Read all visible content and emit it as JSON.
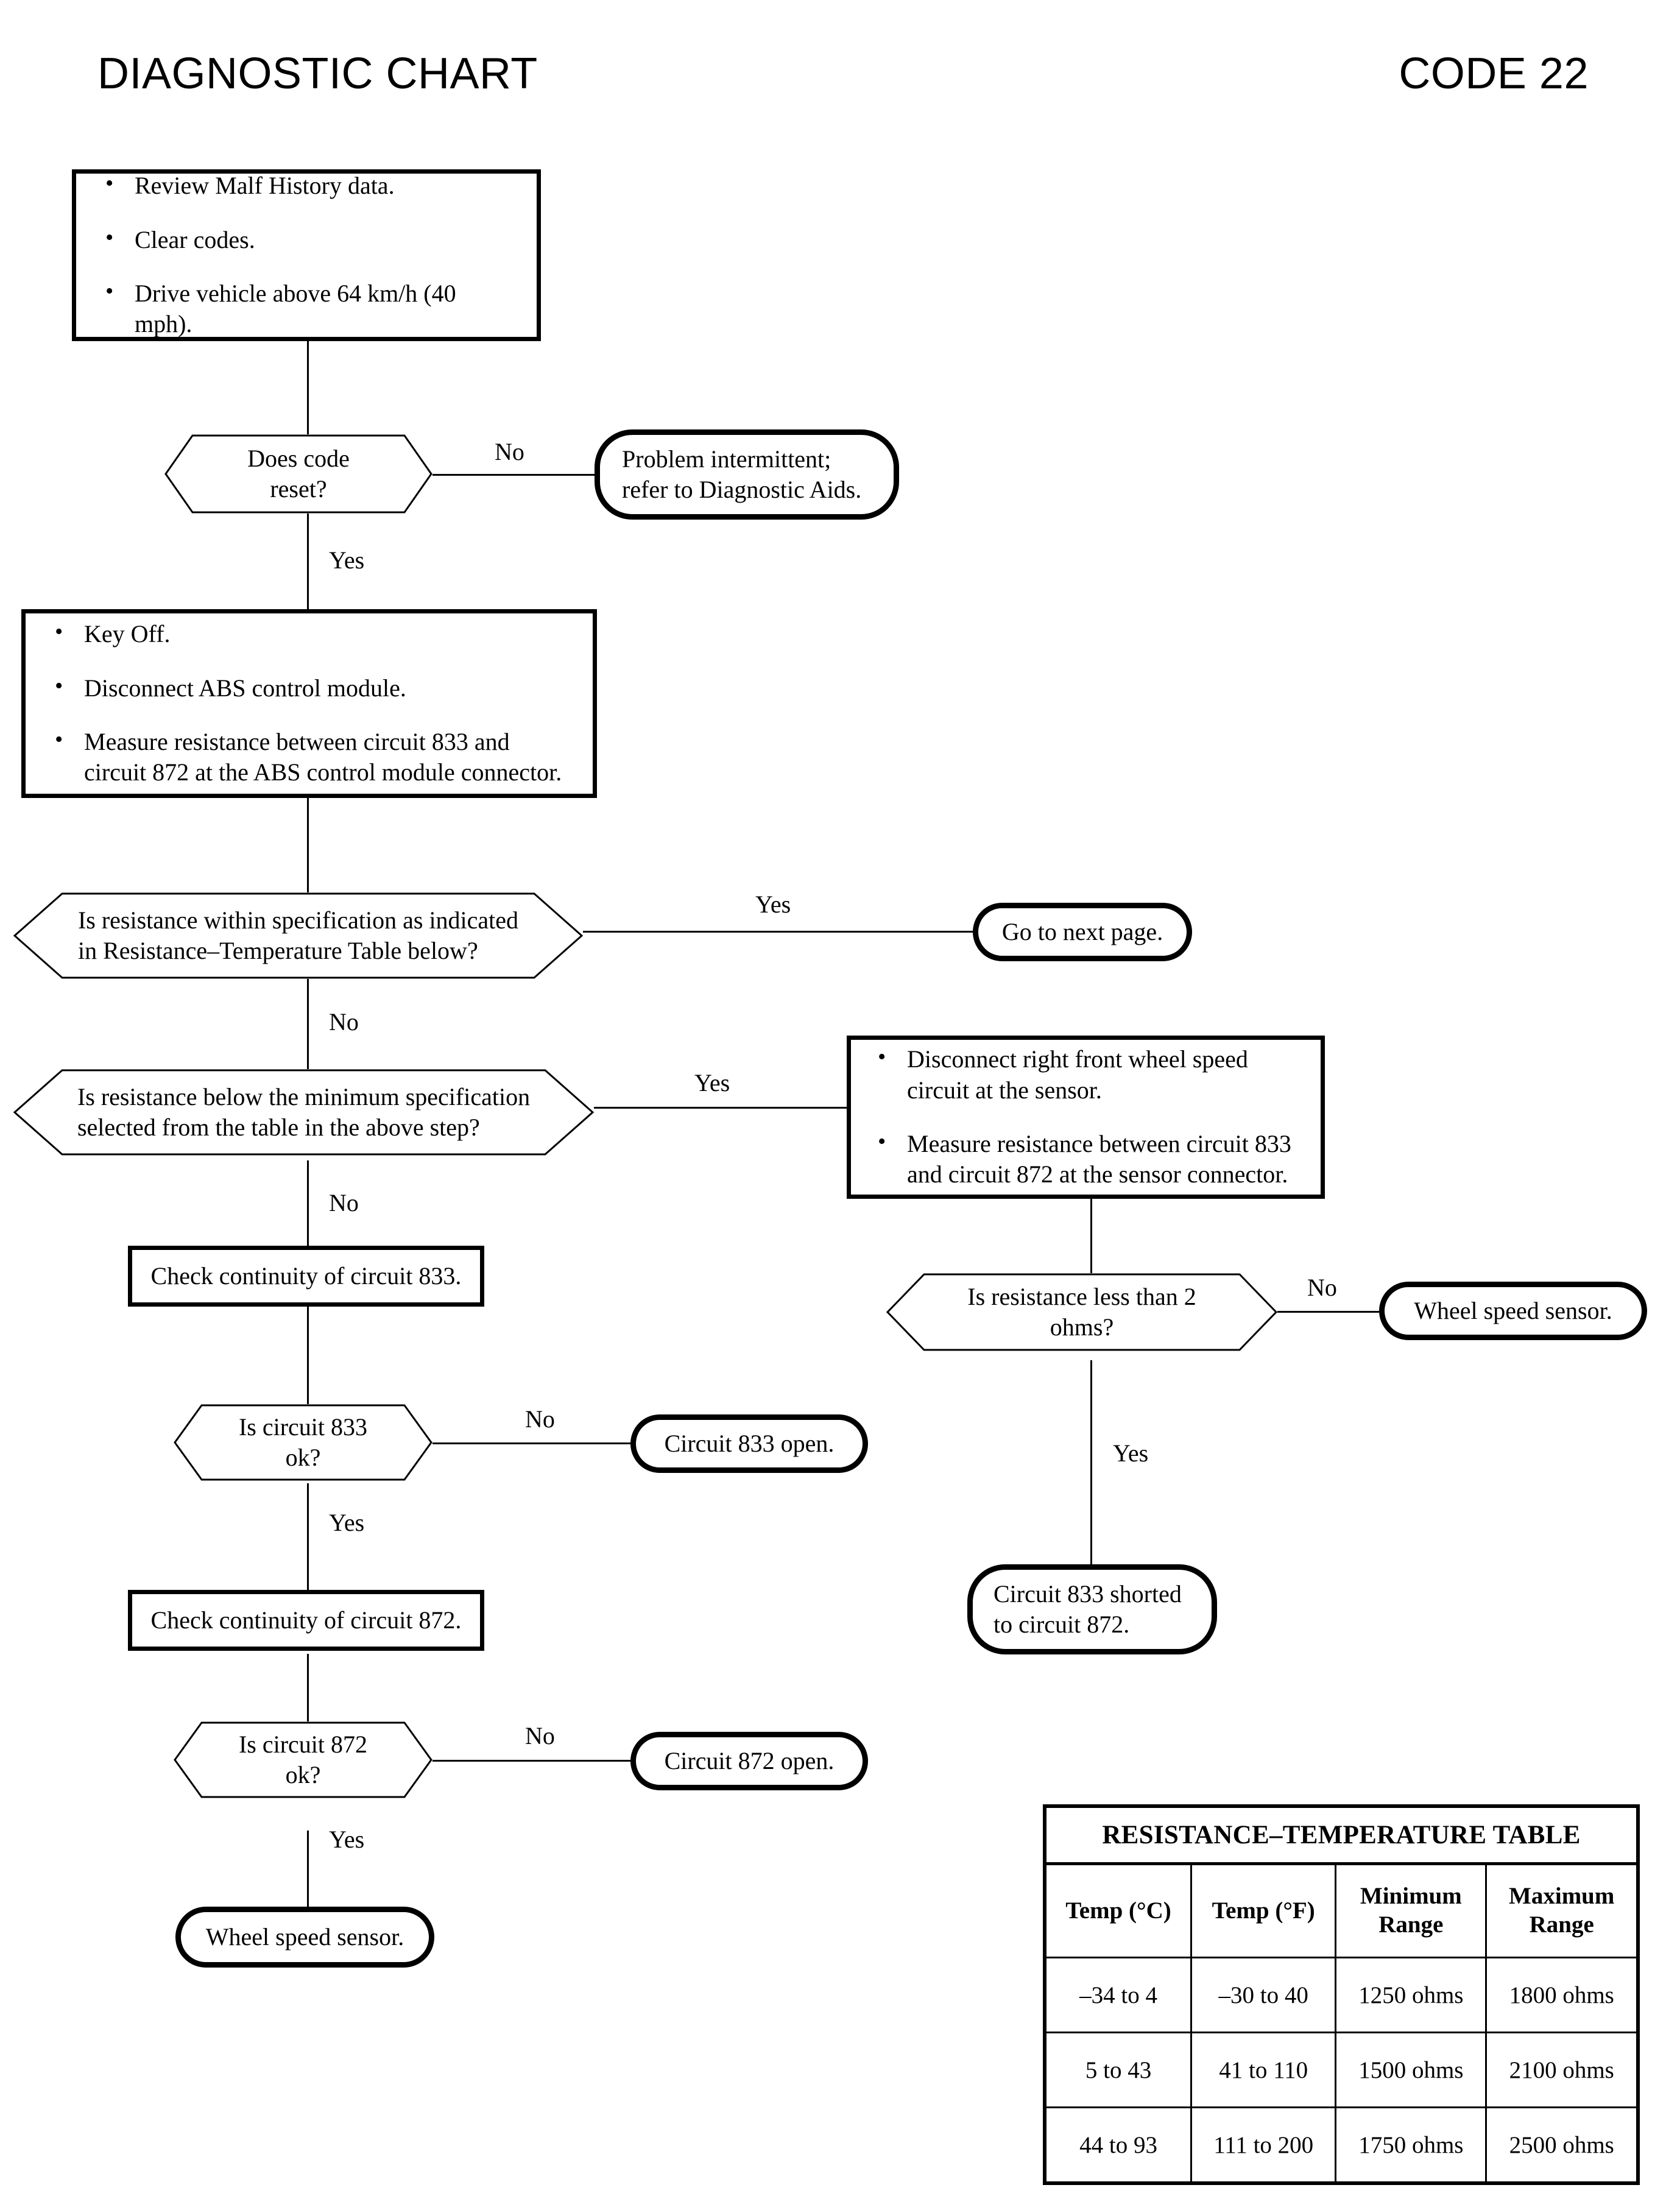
{
  "header": {
    "title": "DIAGNOSTIC CHART",
    "code": "CODE 22"
  },
  "nodes": {
    "step1": {
      "type": "process",
      "bullets": [
        "Review Malf History data.",
        "Clear codes.",
        "Drive vehicle above 64 km/h (40 mph)."
      ]
    },
    "decision_code_reset": {
      "type": "decision",
      "text": "Does code reset?"
    },
    "term_intermittent": {
      "type": "terminal",
      "line1": "Problem intermittent;",
      "line2": "refer to Diagnostic Aids."
    },
    "step2": {
      "type": "process",
      "bullets": [
        "Key Off.",
        "Disconnect ABS control module.",
        "Measure resistance between circuit 833 and circuit 872 at the ABS control module connector."
      ]
    },
    "decision_within_spec": {
      "type": "decision",
      "line1": "Is resistance within specification as indicated",
      "line2": "in Resistance–Temperature Table below?"
    },
    "term_next_page": {
      "type": "terminal",
      "text": "Go to next page."
    },
    "decision_below_min": {
      "type": "decision",
      "line1": "Is resistance below the minimum specification",
      "line2": "selected from the table in the above step?"
    },
    "step3": {
      "type": "process",
      "bullets": [
        "Disconnect right front wheel speed circuit at the sensor.",
        "Measure resistance between circuit 833 and circuit 872 at the sensor connector."
      ]
    },
    "decision_less_2_ohms": {
      "type": "decision",
      "text": "Is resistance less than 2 ohms?"
    },
    "term_wheel_sensor_right": {
      "type": "terminal",
      "text": "Wheel speed sensor."
    },
    "term_shorted": {
      "type": "terminal",
      "line1": "Circuit 833 shorted",
      "line2": "to circuit 872."
    },
    "check_833": {
      "type": "process",
      "text": "Check continuity of circuit 833."
    },
    "decision_833_ok": {
      "type": "decision",
      "text": "Is circuit 833 ok?"
    },
    "term_833_open": {
      "type": "terminal",
      "text": "Circuit 833 open."
    },
    "check_872": {
      "type": "process",
      "text": "Check continuity of circuit 872."
    },
    "decision_872_ok": {
      "type": "decision",
      "text": "Is circuit 872 ok?"
    },
    "term_872_open": {
      "type": "terminal",
      "text": "Circuit 872 open."
    },
    "term_wheel_sensor_left": {
      "type": "terminal",
      "text": "Wheel speed sensor."
    }
  },
  "edges": {
    "code_reset_no": "No",
    "code_reset_yes": "Yes",
    "within_spec_yes": "Yes",
    "within_spec_no": "No",
    "below_min_yes": "Yes",
    "below_min_no": "No",
    "less2_no": "No",
    "less2_yes": "Yes",
    "ok833_no": "No",
    "ok833_yes": "Yes",
    "ok872_no": "No",
    "ok872_yes": "Yes"
  },
  "table": {
    "title": "RESISTANCE–TEMPERATURE TABLE",
    "columns": [
      {
        "l1": "Temp (°C)",
        "l2": ""
      },
      {
        "l1": "Temp (°F)",
        "l2": ""
      },
      {
        "l1": "Minimum",
        "l2": "Range"
      },
      {
        "l1": "Maximum",
        "l2": "Range"
      }
    ],
    "rows": [
      [
        "–34 to 4",
        "–30 to 40",
        "1250 ohms",
        "1800 ohms"
      ],
      [
        "5 to 43",
        "41 to 110",
        "1500 ohms",
        "2100 ohms"
      ],
      [
        "44 to 93",
        "111 to 200",
        "1750 ohms",
        "2500 ohms"
      ]
    ]
  }
}
